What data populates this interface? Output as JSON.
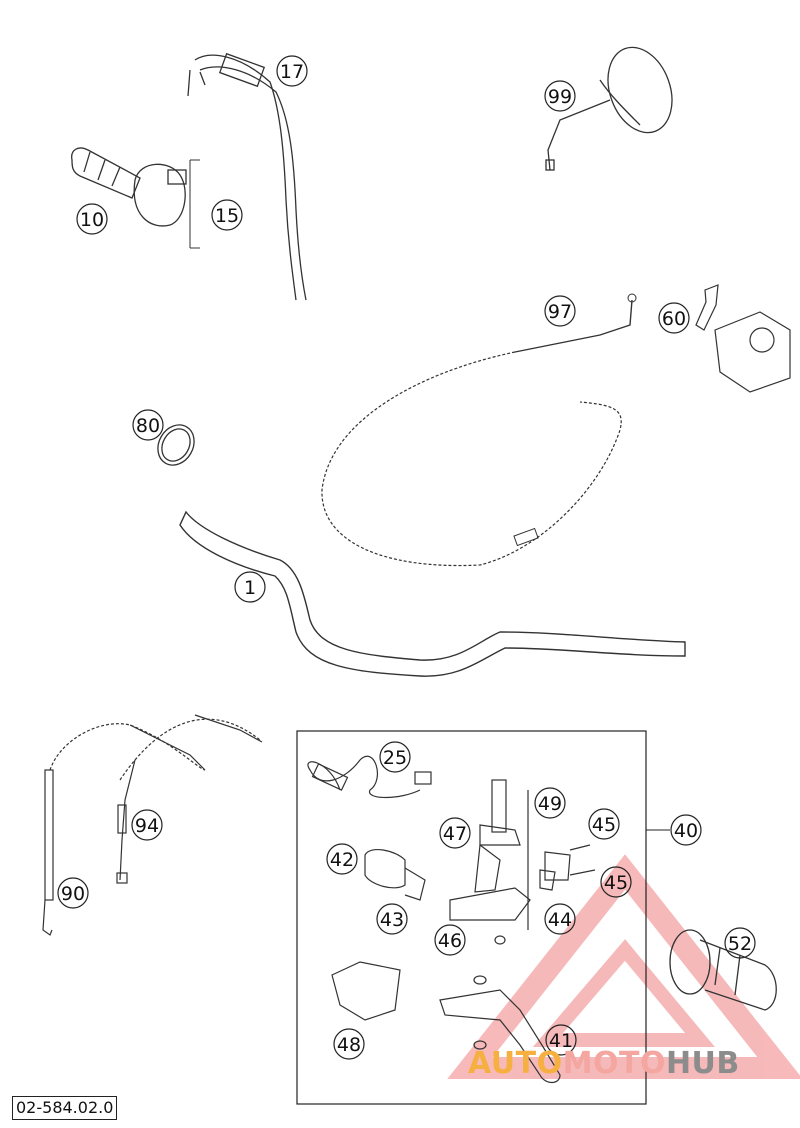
{
  "callouts": [
    {
      "label": "17"
    },
    {
      "label": "99"
    },
    {
      "label": "10"
    },
    {
      "label": "15"
    },
    {
      "label": "97"
    },
    {
      "label": "60"
    },
    {
      "label": "80"
    },
    {
      "label": "1"
    },
    {
      "label": "25"
    },
    {
      "label": "49"
    },
    {
      "label": "47"
    },
    {
      "label": "45"
    },
    {
      "label": "40"
    },
    {
      "label": "42"
    },
    {
      "label": "45"
    },
    {
      "label": "43"
    },
    {
      "label": "44"
    },
    {
      "label": "46"
    },
    {
      "label": "52"
    },
    {
      "label": "48"
    },
    {
      "label": "41"
    },
    {
      "label": "94"
    },
    {
      "label": "90"
    }
  ],
  "reference_code": "02-584.02.0",
  "watermark": {
    "part1": "AUTO",
    "part2": "MOTO",
    "part3": "HUB"
  },
  "colors": {
    "line": "#333333",
    "watermark_triangle": "#f08080",
    "watermark_gray": "#8c8c8c"
  }
}
